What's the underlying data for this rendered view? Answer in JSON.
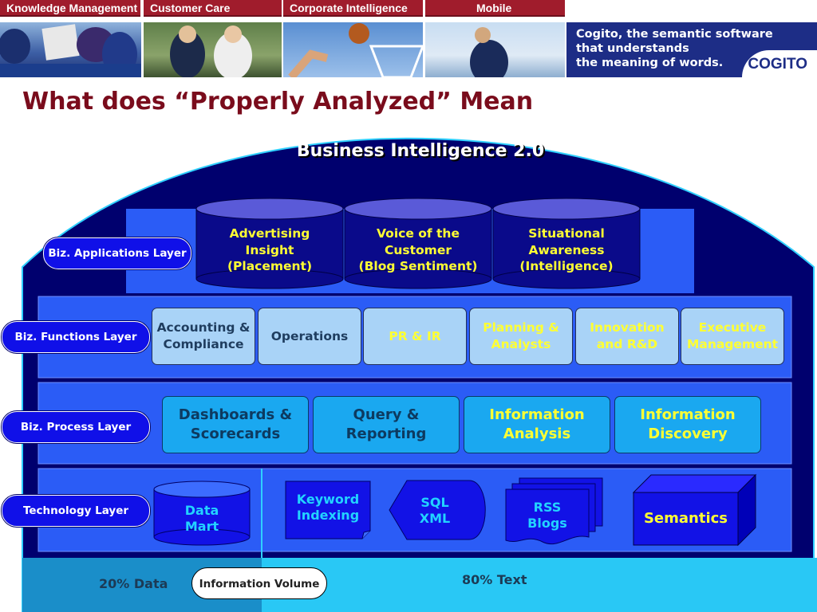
{
  "nav": {
    "tabs": [
      {
        "label": "Knowledge Management"
      },
      {
        "label": "Customer Care"
      },
      {
        "label": "Corporate Intelligence"
      },
      {
        "label": "Mobile"
      }
    ]
  },
  "banner": {
    "line1": "Cogito, the semantic software",
    "line2": "that understands",
    "line3": "the meaning of words.",
    "logo": "COGITO"
  },
  "slide": {
    "title": "What does “Properly Analyzed” Mean"
  },
  "diagram": {
    "header": "Business Intelligence 2.0",
    "applications": [
      {
        "line1": "Advertising",
        "line2": "Insight",
        "line3": "(Placement)"
      },
      {
        "line1": "Voice of the",
        "line2": "Customer",
        "line3": "(Blog Sentiment)"
      },
      {
        "line1": "Situational",
        "line2": "Awareness",
        "line3": "(Intelligence)"
      }
    ],
    "layers": {
      "applications": "Biz. Applications Layer",
      "functions": "Biz. Functions Layer",
      "process": "Biz. Process Layer",
      "technology": "Technology Layer"
    },
    "functions": [
      {
        "line1": "Accounting &",
        "line2": "Compliance"
      },
      {
        "line1": "Operations",
        "line2": ""
      },
      {
        "line1": "PR & IR",
        "line2": ""
      },
      {
        "line1": "Planning &",
        "line2": "Analysts"
      },
      {
        "line1": "Innovation",
        "line2": "and R&D"
      },
      {
        "line1": "Executive",
        "line2": "Management"
      }
    ],
    "process": [
      {
        "line1": "Dashboards &",
        "line2": "Scorecards"
      },
      {
        "line1": "Query &",
        "line2": "Reporting"
      },
      {
        "line1": "Information",
        "line2": "Analysis"
      },
      {
        "line1": "Information",
        "line2": "Discovery"
      }
    ],
    "technology": {
      "datamart": {
        "line1": "Data",
        "line2": "Mart"
      },
      "keyword": {
        "line1": "Keyword",
        "line2": "Indexing"
      },
      "sql": {
        "line1": "SQL",
        "line2": "XML"
      },
      "rss": {
        "line1": "RSS",
        "line2": "Blogs"
      },
      "semantics": "Semantics"
    },
    "volume": {
      "left": "20% Data",
      "label": "Information Volume",
      "right": "80% Text"
    }
  },
  "colors": {
    "nav_red": "#a01c2c",
    "title_red": "#7a0c1c",
    "navy": "#00006e",
    "layer_blue": "#2b5cf6",
    "highlight_yellow": "#ffff33",
    "cyan": "#29c8f5"
  }
}
